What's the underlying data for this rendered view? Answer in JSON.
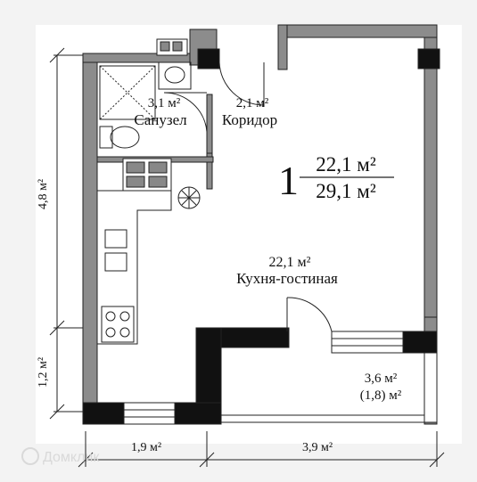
{
  "apartment": {
    "rooms_count": "1",
    "living_area": "22,1 м²",
    "total_area": "29,1 м²"
  },
  "rooms": {
    "bathroom": {
      "area": "3,1 м²",
      "name": "Санузел"
    },
    "corridor": {
      "area": "2,1 м²",
      "name": "Коридор"
    },
    "kitchen_living": {
      "area": "22,1 м²",
      "name": "Кухня-гостиная"
    },
    "balcony": {
      "area": "3,6 м²",
      "reduced_area": "(1,8) м²"
    }
  },
  "dimensions": {
    "left_upper": "4,8 м²",
    "left_lower": "1,2 м²",
    "bottom_left": "1,9 м²",
    "bottom_right": "3,9 м²"
  },
  "watermark": {
    "text": "Домклик"
  }
}
